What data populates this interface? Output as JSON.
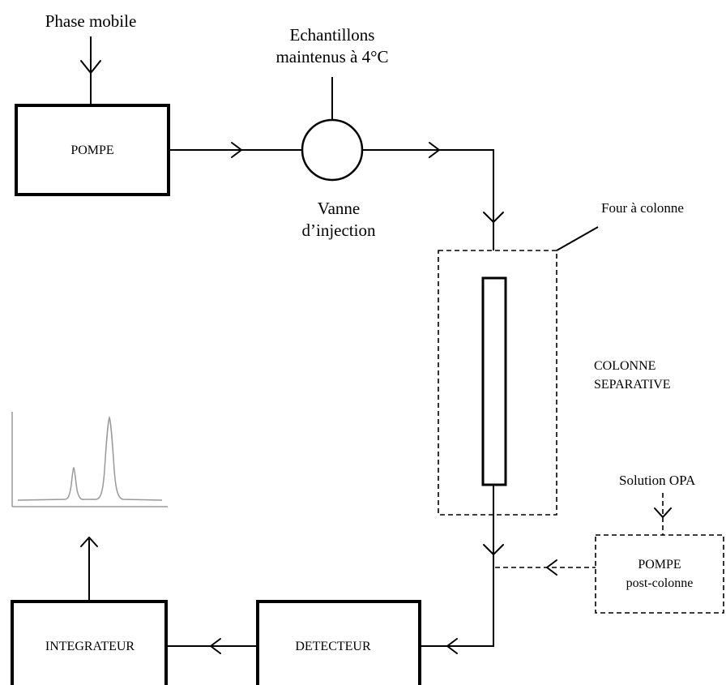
{
  "labels": {
    "mobile_phase": "Phase mobile",
    "samples_line1": "Echantillons",
    "samples_line2": "maintenus à 4°C",
    "pump": "POMPE",
    "valve_line1": "Vanne",
    "valve_line2": "d’injection",
    "oven": "Four à colonne",
    "column_line1": "COLONNE",
    "column_line2": "SEPARATIVE",
    "opa_solution": "Solution OPA",
    "postcol_pump_line1": "POMPE",
    "postcol_pump_line2": "post-colonne",
    "detector": "DETECTEUR",
    "integrator": "INTEGRATEUR"
  },
  "colors": {
    "line": "#000000",
    "chromatogram": "#999999",
    "background": "#ffffff"
  }
}
